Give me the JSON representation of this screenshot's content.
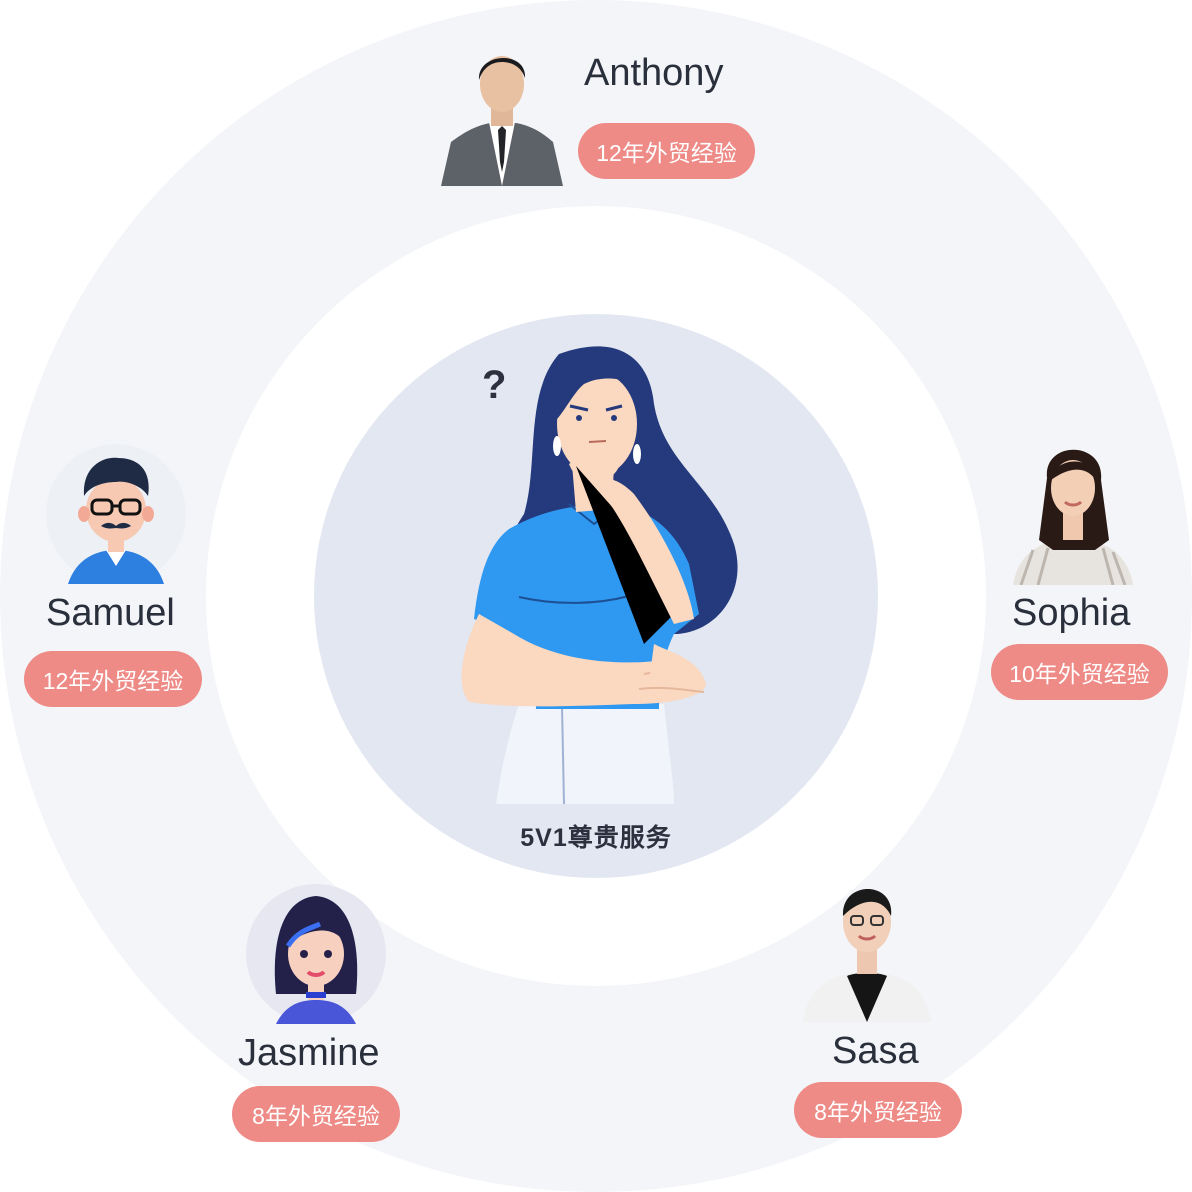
{
  "center": {
    "caption": "5V1尊贵服务",
    "question_mark": "?"
  },
  "experts": [
    {
      "name": "Anthony",
      "experience": "12年外贸经验",
      "avatar": "man-in-suit-photo"
    },
    {
      "name": "Samuel",
      "experience": "12年外贸经验",
      "avatar": "cartoon-man-glasses-avatar"
    },
    {
      "name": "Sophia",
      "experience": "10年外贸经验",
      "avatar": "woman-photo"
    },
    {
      "name": "Jasmine",
      "experience": "8年外贸经验",
      "avatar": "cartoon-woman-avatar"
    },
    {
      "name": "Sasa",
      "experience": "8年外贸经验",
      "avatar": "woman-with-glasses-photo"
    }
  ],
  "colors": {
    "badge": "#ee8b87",
    "outer_ring": "#f3f5f8",
    "core": "#e2e7f1",
    "shirt": "#2f98f0",
    "hair": "#253a7c"
  }
}
